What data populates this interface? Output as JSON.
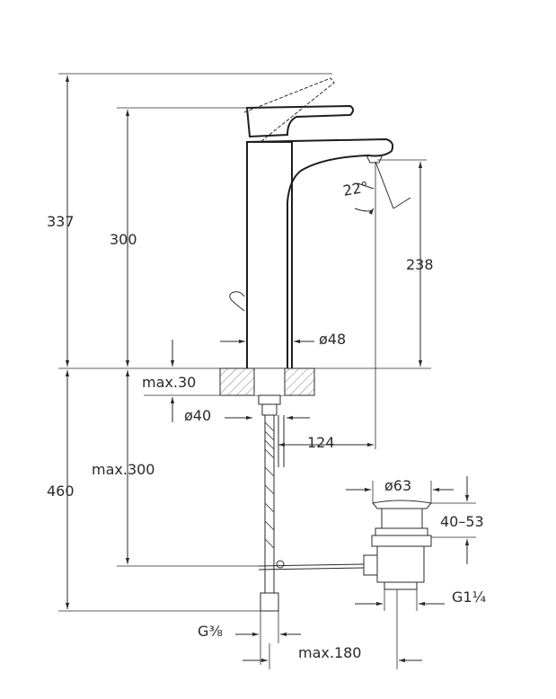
{
  "dimensions": {
    "total_height": "337",
    "spout_height": "300",
    "spout_clearance": "238",
    "angle": "22°",
    "body_diameter": "ø48",
    "max_counter": "max.30",
    "hole_diameter": "ø40",
    "reach": "124",
    "max_hose": "max.300",
    "below_counter": "460",
    "waste_diameter": "ø63",
    "waste_range": "40–53",
    "waste_thread": "G1¼",
    "inlet_thread": "G⅜",
    "max_offset": "max.180"
  },
  "colors": {
    "line": "#2a2a2a",
    "background": "#ffffff"
  }
}
